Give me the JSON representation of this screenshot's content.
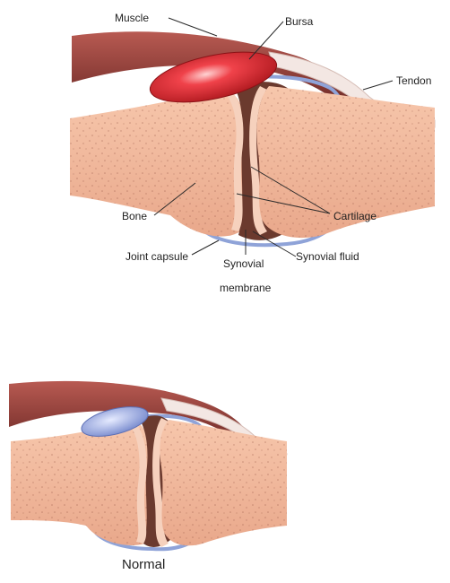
{
  "labels": {
    "muscle": "Muscle",
    "bursa": "Bursa",
    "tendon": "Tendon",
    "bone": "Bone",
    "cartilage": "Cartilage",
    "joint_capsule": "Joint capsule",
    "synovial_fluid": "Synovial fluid",
    "synovial_membrane_line1": "Synovial",
    "synovial_membrane_line2": "membrane"
  },
  "caption": "Normal",
  "colors": {
    "bone": "#f0b396",
    "bone_edge": "#c98a70",
    "cartilage": "#f6d1bd",
    "joint_space": "#6b3a2e",
    "muscle": "#8f3a34",
    "tendon": "#f2e6e2",
    "bursa_inflamed": "#e0262e",
    "bursa_normal": "#9aa8de",
    "capsule": "#8fa3d8"
  }
}
